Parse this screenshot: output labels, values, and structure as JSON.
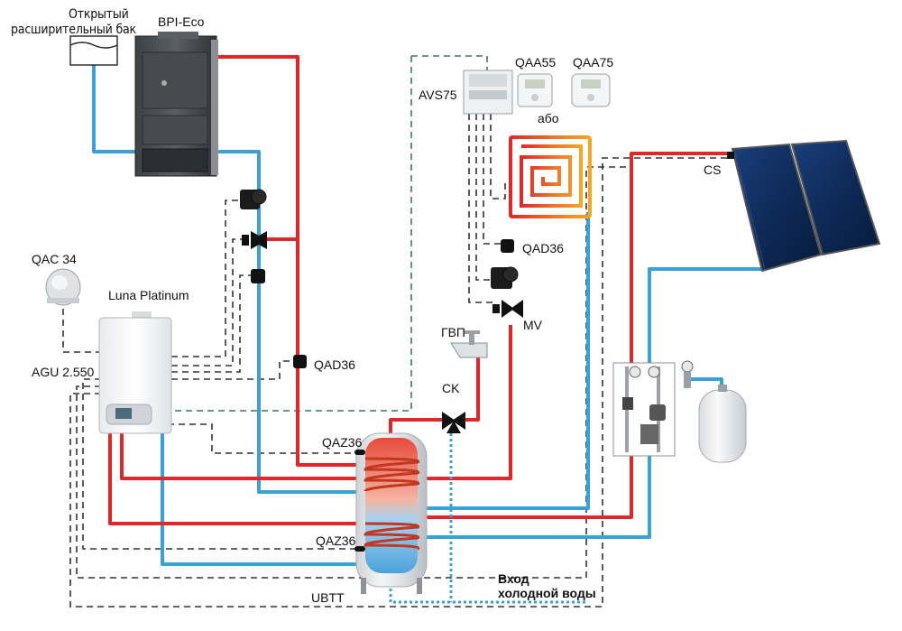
{
  "labels": {
    "expansion_tank": "Открытый\nрасширительный бак",
    "expansion_tank_l1": "Открытый",
    "expansion_tank_l2": "расширительный бак",
    "solid_boiler": "BPI-Eco",
    "controller": "AVS75",
    "room_unit_1": "QAA55",
    "room_unit_2": "QAA75",
    "or_text": "або",
    "collector_sensor": "CS",
    "outdoor_sensor": "QAC 34",
    "gas_boiler": "Luna Platinum",
    "sensor_qad36_floor": "QAD36",
    "sensor_qad36_boiler": "QAD36",
    "mixing_valve": "MV",
    "hot_water": "ГВП",
    "module": "AGU 2.550",
    "check_valve": "CK",
    "sensor_qaz36_top": "QAZ36",
    "sensor_qaz36_bottom": "QAZ36",
    "tank": "UBTT",
    "cold_water_inlet_l1": "Вход",
    "cold_water_inlet_l2": "холодной воды"
  },
  "colors": {
    "hot_pipe": "#e3262a",
    "cold_pipe": "#3aa0d8",
    "control_line": "#333333",
    "bus_line": "#3a7a5a",
    "cold_water": "#3aa0d8"
  }
}
